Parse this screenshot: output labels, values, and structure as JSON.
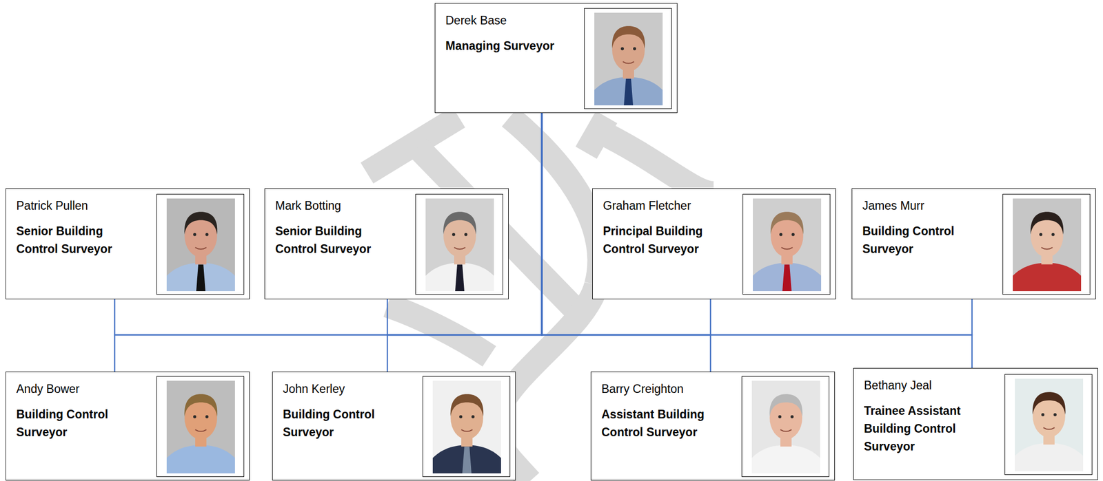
{
  "diagram": {
    "nodes": [
      {
        "text": [
          "Derek Base",
          "Managing Surveyor"
        ]
      },
      {
        "text": [
          "Patrick Pullen",
          "Senior Building Control Surveyor"
        ]
      },
      {
        "text": [
          "Mark Botting",
          "Senior Building Control Surveyor"
        ]
      },
      {
        "text": [
          "Graham Fletcher",
          "Principal Building Control Surveyor"
        ]
      },
      {
        "text": [
          "James Murr",
          "Building Control Surveyor"
        ]
      },
      {
        "text": [
          "Andy Bower",
          "Building Control Surveyor"
        ]
      },
      {
        "text": [
          "John Kerley",
          "Building Control Surveyor"
        ]
      },
      {
        "text": [
          "Barry Creighton",
          "Assistant Building Control Surveyor"
        ]
      },
      {
        "text": [
          "Bethany Jeal",
          "Trainee Assistant Building Control Surveyor"
        ]
      }
    ],
    "edges": [
      {
        "from": 0,
        "to": 1,
        "arrow": "none"
      },
      {
        "from": 0,
        "to": 2,
        "arrow": "none"
      },
      {
        "from": 0,
        "to": 3,
        "arrow": "none"
      },
      {
        "from": 0,
        "to": 4,
        "arrow": "none"
      },
      {
        "from": 0,
        "to": 5,
        "arrow": "none"
      },
      {
        "from": 0,
        "to": 6,
        "arrow": "none"
      },
      {
        "from": 0,
        "to": 7,
        "arrow": "none"
      },
      {
        "from": 0,
        "to": 8,
        "arrow": "none"
      }
    ]
  }
}
